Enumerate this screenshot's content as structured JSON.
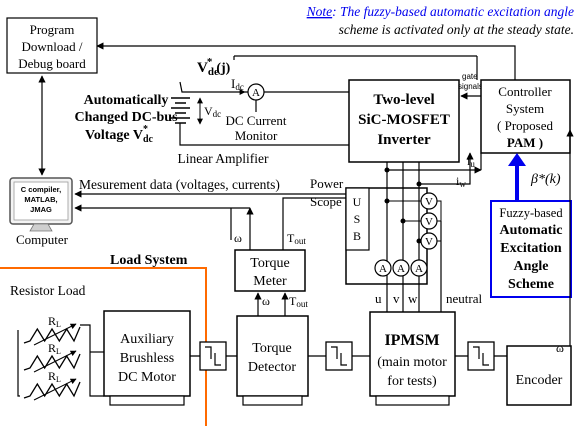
{
  "note": {
    "prefix": "Note",
    "rest": ": The fuzzy-based automatic excitation angle",
    "line2": "scheme is activated only at the steady state."
  },
  "program_board": {
    "l1": "Program",
    "l2": "Download /",
    "l3": "Debug board"
  },
  "vde": {
    "main": "V",
    "sub": "de",
    "sup": "*",
    "rest": "(j)"
  },
  "idc": "I",
  "idc_sub": "dc",
  "ammeter": "A",
  "dc_monitor": {
    "l1": "DC Current",
    "l2": "Monitor"
  },
  "vdc_label": "V",
  "vdc_sub": "dc",
  "linear_amp": "Linear Amplifier",
  "auto_bus": {
    "l1": "Automatically",
    "l2": "Changed DC-bus",
    "l3": "Voltage V",
    "sub": "dc",
    "sup": "*"
  },
  "inverter": {
    "l1": "Two-level",
    "l2": "SiC-MOSFET",
    "l3": "Inverter"
  },
  "gate": {
    "l1": "gate",
    "l2": "signals"
  },
  "controller": {
    "l1": "Controller",
    "l2": "System",
    "l3": "( Proposed",
    "l4": "PAM )"
  },
  "iu": "i",
  "iu_sub": "u",
  "iw": "i",
  "iw_sub": "w",
  "beta": {
    "main": "β*(k)"
  },
  "fuzzy": {
    "l1": "Fuzzy-based",
    "l2": "Automatic",
    "l3": "Excitation",
    "l4": "Angle",
    "l5": "Scheme"
  },
  "computer": {
    "l1": "C compiler,",
    "l2": "MATLAB,",
    "l3": "JMAG",
    "label": "Computer"
  },
  "measurement": "Mesurement data (voltages, currents)",
  "power_scope": {
    "l1": "Power",
    "l2": "Scope"
  },
  "usb": [
    "U",
    "S",
    "B"
  ],
  "volt": "V",
  "amp": "A",
  "omega": "ω",
  "tout": "T",
  "tout_sub": "out",
  "torque_meter": {
    "l1": "Torque",
    "l2": "Meter"
  },
  "load_system": "Load System",
  "resistor_load": "Resistor Load",
  "rl": "R",
  "rl_sub": "L",
  "aux_motor": {
    "l1": "Auxiliary",
    "l2": "Brushless",
    "l3": "DC Motor"
  },
  "torque_detector": {
    "l1": "Torque",
    "l2": "Detector"
  },
  "phases": {
    "u": "u",
    "v": "v",
    "w": "w",
    "neutral": "neutral"
  },
  "ipmsm": {
    "l1": "IPMSM",
    "l2": "(main motor",
    "l3": "for tests)"
  },
  "encoder": "Encoder",
  "colors": {
    "red": "#c00000",
    "orange": "#ff6a00",
    "purple": "#7a0ccf",
    "blue": "#0000ee",
    "green": "#1f7a1f"
  }
}
